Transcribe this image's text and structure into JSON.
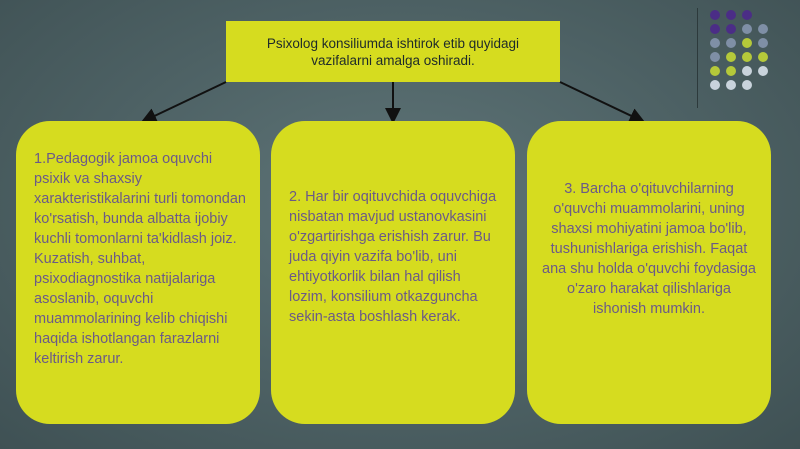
{
  "header": {
    "line1": "Psixolog konsiliumda ishtirok etib quyidagi",
    "line2": "vazifalarni amalga oshiradi."
  },
  "cards": [
    {
      "text": "1.Pedagogik jamoa oquvchi psixik va shaxsiy xarakteristikalarini turli tomondan ko'rsatish, bunda albatta ijobiy kuchli tomonlarni ta'kidlash joiz. Kuzatish, suhbat, psixodiagnostika natijalariga asoslanib, oquvchi muammolarining kelib chiqishi haqida ishotlangan farazlarni keltirish zarur."
    },
    {
      "text": "2. Har bir oqituvchida oquvchiga nisbatan mavjud ustanovkasini o'zgartirishga erishish zarur. Bu juda qiyin vazifa bo'lib, uni ehtiyotkorlik bilan hal qilish lozim, konsilium otkazguncha sekin-asta boshlash kerak."
    },
    {
      "text": "3. Barcha o'qituvchilarning o'quvchi muammolarini, uning shaxsi mohiyatini jamoa bo'lib, tushunishlariga erishish. Faqat ana shu holda o'quvchi foydasiga o'zaro harakat qilishlariga ishonish mumkin."
    }
  ],
  "colors": {
    "box_fill": "#d6dc1f",
    "card_text": "#6b5a88",
    "background": "#4d6164",
    "decor_dots": [
      "#4b2d86",
      "#7f8fa6",
      "#b5c93a",
      "#c9d3dc"
    ]
  }
}
